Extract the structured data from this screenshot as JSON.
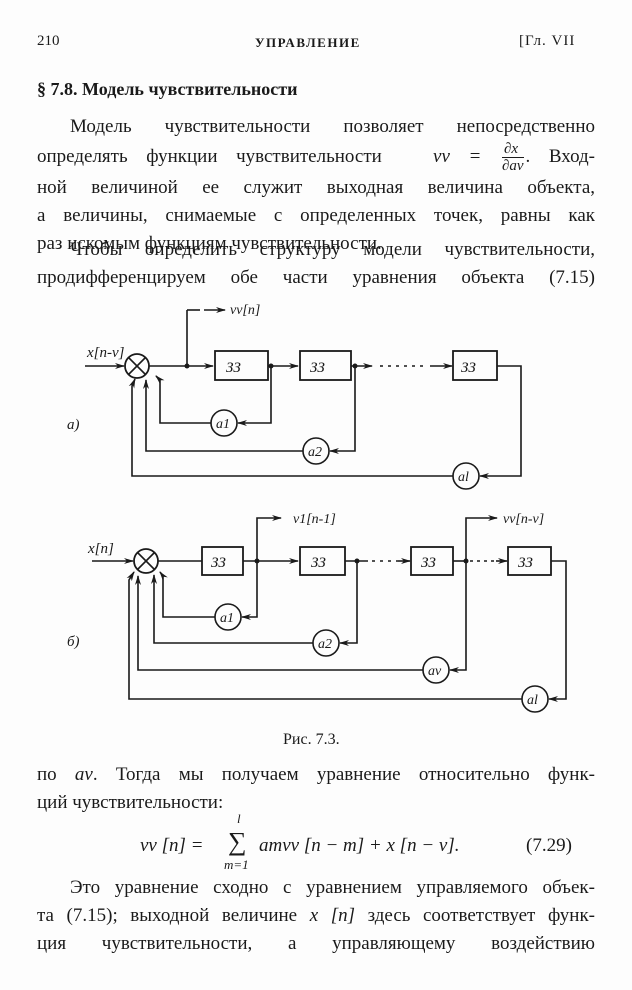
{
  "header": {
    "page_number": "210",
    "running_title": "УПРАВЛЕНИЕ",
    "chapter_ref": "[Гл. VII"
  },
  "section": {
    "title": "§ 7.8. Модель чувствительности"
  },
  "paragraph1": {
    "line1": "Модель чувствительности позволяет непосредственно",
    "line2_text": "определять функции чувствительности",
    "line2_formula_lhs": "vν =",
    "line2_frac_num": "∂x",
    "line2_frac_den": "∂aν",
    "line2_tail": ". Вход-",
    "line3": "ной величиной ее служит выходная величина объекта,",
    "line4": "а величины, снимаемые с определенных точек, равны как",
    "line5": "раз искомым функциям чувствительности."
  },
  "paragraph2": {
    "line1": "Чтобы определить структуру модели чувствительности,",
    "line2": "продифференцируем обе части уравнения объекта (7.15)"
  },
  "figure": {
    "caption": "Рис. 7.3.",
    "diagram_a": {
      "label": "а)",
      "input_label": "x[n-ν]",
      "output_label": "vν[n]",
      "delay_label": "ЗЗ",
      "coef_labels": [
        "a1",
        "a2",
        "al"
      ]
    },
    "diagram_b": {
      "label": "б)",
      "input_label": "x[n]",
      "output1_label": "v1[n-1]",
      "output2_label": "vν[n-ν]",
      "delay_label": "ЗЗ",
      "coef_labels": [
        "a1",
        "a2",
        "aν",
        "al"
      ]
    }
  },
  "paragraph3": {
    "line1_pre": "по",
    "line1_var": "aν",
    "line1_rest": ". Тогда мы получаем уравнение относительно функ-",
    "line2": "ций чувствительности:"
  },
  "equation": {
    "lhs": "vν [n] =",
    "sum_symbol": "∑",
    "sum_upper": "l",
    "sum_lower": "m=1",
    "rhs": "amvν [n − m] + x [n − ν].",
    "number": "(7.29)"
  },
  "paragraph4": {
    "line1": "Это уравнение сходно с уравнением управляемого объек-",
    "line2_pre": "та (7.15); выходной величине",
    "line2_var": "x [n]",
    "line2_post": "здесь соответствует функ-",
    "line3": "ция чувствительности, а управляющему воздействию"
  }
}
